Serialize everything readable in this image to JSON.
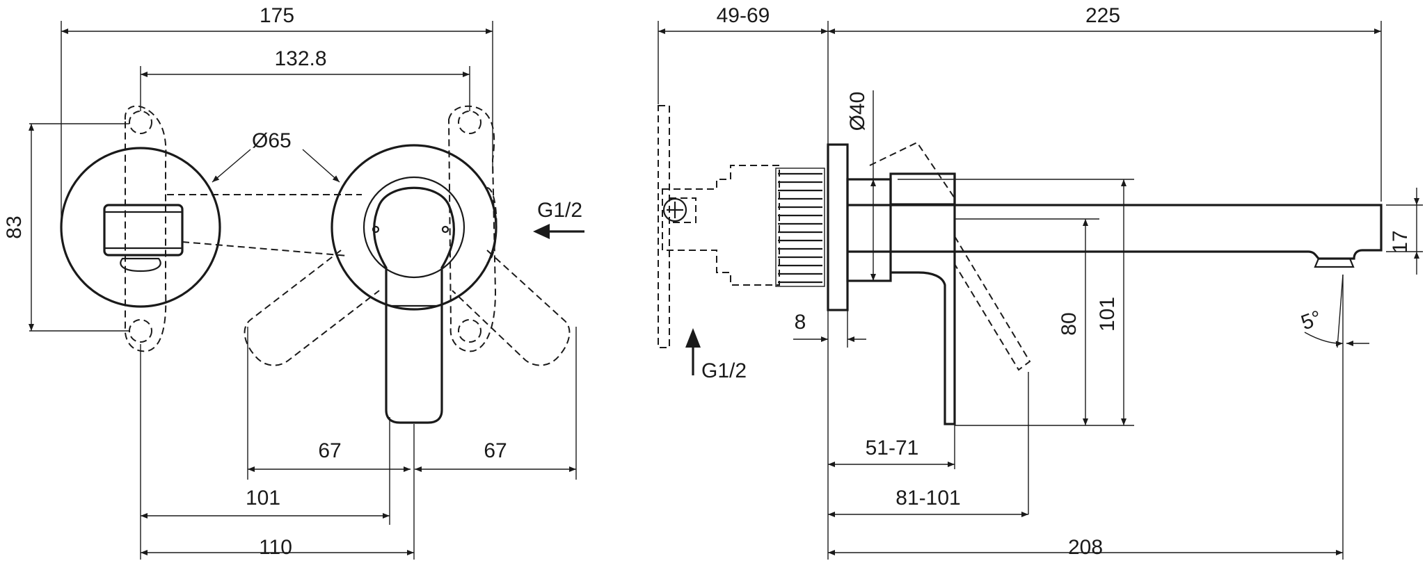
{
  "dimensions": {
    "front_overall_width": "175",
    "front_hole_spacing": "132.8",
    "front_rosette_diameter": "Ø65",
    "front_height": "83",
    "front_left_swing": "67",
    "front_right_swing": "67",
    "front_offset_101": "101",
    "front_offset_110": "110",
    "side_wall_depth": "49-69",
    "side_spout_length": "225",
    "side_rosette_diameter": "Ø40",
    "side_plate_thickness": "8",
    "side_height_80": "80",
    "side_height_101": "101",
    "side_spout_height": "17",
    "side_angle": "5°",
    "side_depth_51_71": "51-71",
    "side_depth_81_101": "81-101",
    "side_overall_208": "208"
  },
  "connections": {
    "front_inlet": "G1/2",
    "side_inlet": "G1/2"
  },
  "colors": {
    "line": "#1a1a1a",
    "background": "#ffffff"
  }
}
